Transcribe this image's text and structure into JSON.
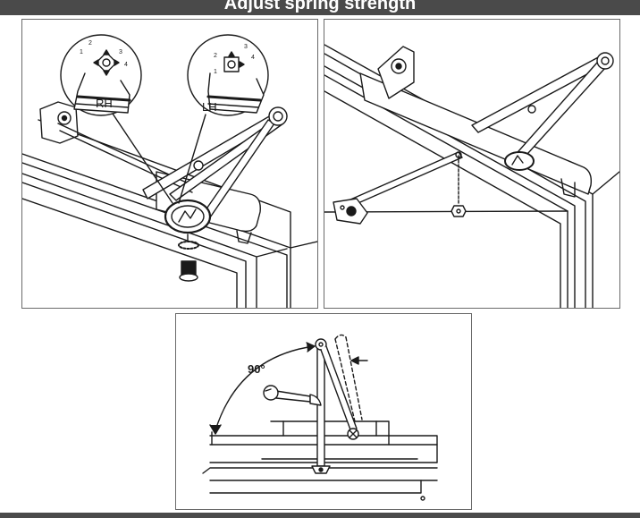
{
  "header": {
    "title": "Adjust spring strength"
  },
  "figure1": {
    "rh_label": "RH",
    "lh_label": "LH",
    "rh_dial_numbers": [
      "1",
      "2",
      "3",
      "4"
    ],
    "lh_dial_numbers": [
      "1",
      "2",
      "3",
      "4"
    ]
  },
  "figure3": {
    "angle_label": "90°"
  },
  "colors": {
    "bar": "#4a4a4a",
    "line": "#1a1a1a",
    "panel_border": "#6a6a6a"
  }
}
